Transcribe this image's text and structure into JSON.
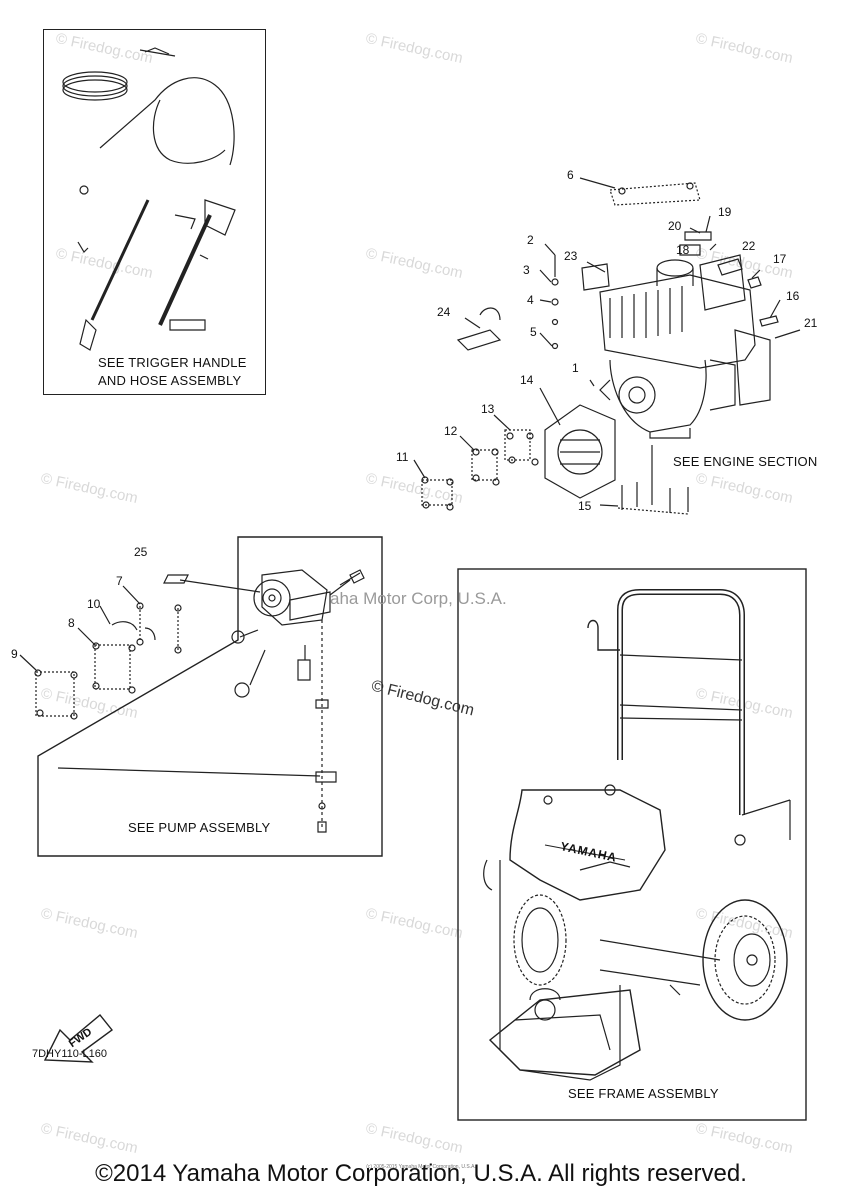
{
  "watermarks": {
    "small": "© Firedog.com",
    "mid_left": "© Firedog.com",
    "corp_fragment": "aha Motor Corp, U.S.A."
  },
  "notes": {
    "trigger_line1": "SEE TRIGGER HANDLE",
    "trigger_line2": "AND HOSE ASSEMBLY",
    "engine": "SEE ENGINE SECTION",
    "pump": "SEE PUMP ASSEMBLY",
    "frame": "SEE FRAME ASSEMBLY"
  },
  "fwd_label": "FWD",
  "diagram_code": "7DHY110-L160",
  "brand_on_frame": "YAMAHA",
  "callouts": {
    "c1": "1",
    "c2": "2",
    "c3": "3",
    "c4": "4",
    "c5": "5",
    "c6": "6",
    "c7": "7",
    "c8": "8",
    "c9": "9",
    "c10": "10",
    "c11": "11",
    "c12": "12",
    "c13": "13",
    "c14": "14",
    "c15": "15",
    "c16": "16",
    "c17": "17",
    "c18": "18",
    "c19": "19",
    "c20": "20",
    "c21": "21",
    "c22": "22",
    "c23": "23",
    "c24": "24",
    "c25": "25"
  },
  "tiny_line": "(c) 2005-2015 Yamaha Motor Corporation, U.S.A.",
  "footer": "©2014 Yamaha Motor Corporation, U.S.A. All rights reserved."
}
